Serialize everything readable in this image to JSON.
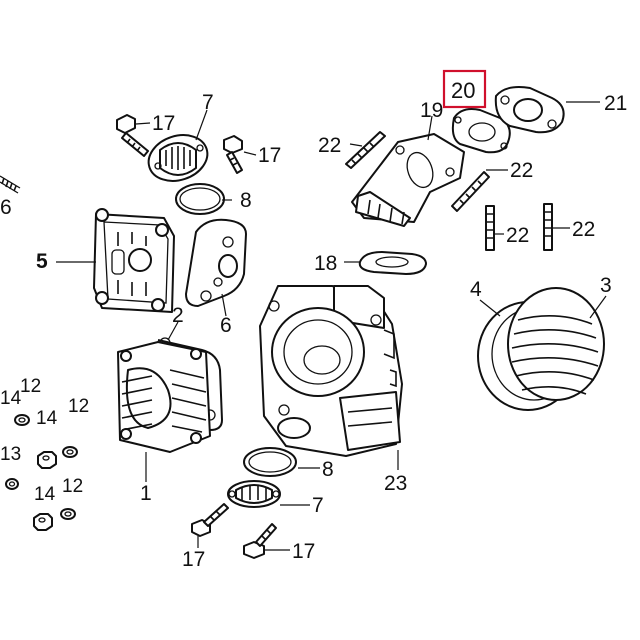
{
  "highlight": {
    "label": "20",
    "color": "#d0102c"
  },
  "callouts": [
    {
      "id": "c-7-top",
      "label": "7"
    },
    {
      "id": "c-17-tl",
      "label": "17"
    },
    {
      "id": "c-17-tr",
      "label": "17"
    },
    {
      "id": "c-6-left",
      "label": "6"
    },
    {
      "id": "c-8-top",
      "label": "8"
    },
    {
      "id": "c-5",
      "label": "5"
    },
    {
      "id": "c-6",
      "label": "6"
    },
    {
      "id": "c-2",
      "label": "2"
    },
    {
      "id": "c-1",
      "label": "1"
    },
    {
      "id": "c-19",
      "label": "19"
    },
    {
      "id": "c-21",
      "label": "21"
    },
    {
      "id": "c-22-a",
      "label": "22"
    },
    {
      "id": "c-22-b",
      "label": "22"
    },
    {
      "id": "c-22-c",
      "label": "22"
    },
    {
      "id": "c-22-d",
      "label": "22"
    },
    {
      "id": "c-18",
      "label": "18"
    },
    {
      "id": "c-4",
      "label": "4"
    },
    {
      "id": "c-3",
      "label": "3"
    },
    {
      "id": "c-14-a",
      "label": "14"
    },
    {
      "id": "c-12-a",
      "label": "12"
    },
    {
      "id": "c-14-b",
      "label": "14"
    },
    {
      "id": "c-12-b",
      "label": "12"
    },
    {
      "id": "c-13",
      "label": "13"
    },
    {
      "id": "c-14-c",
      "label": "14"
    },
    {
      "id": "c-12-c",
      "label": "12"
    },
    {
      "id": "c-8-bottom",
      "label": "8"
    },
    {
      "id": "c-23",
      "label": "23"
    },
    {
      "id": "c-7-bottom",
      "label": "7"
    },
    {
      "id": "c-17-bl",
      "label": "17"
    },
    {
      "id": "c-17-br",
      "label": "17"
    }
  ]
}
